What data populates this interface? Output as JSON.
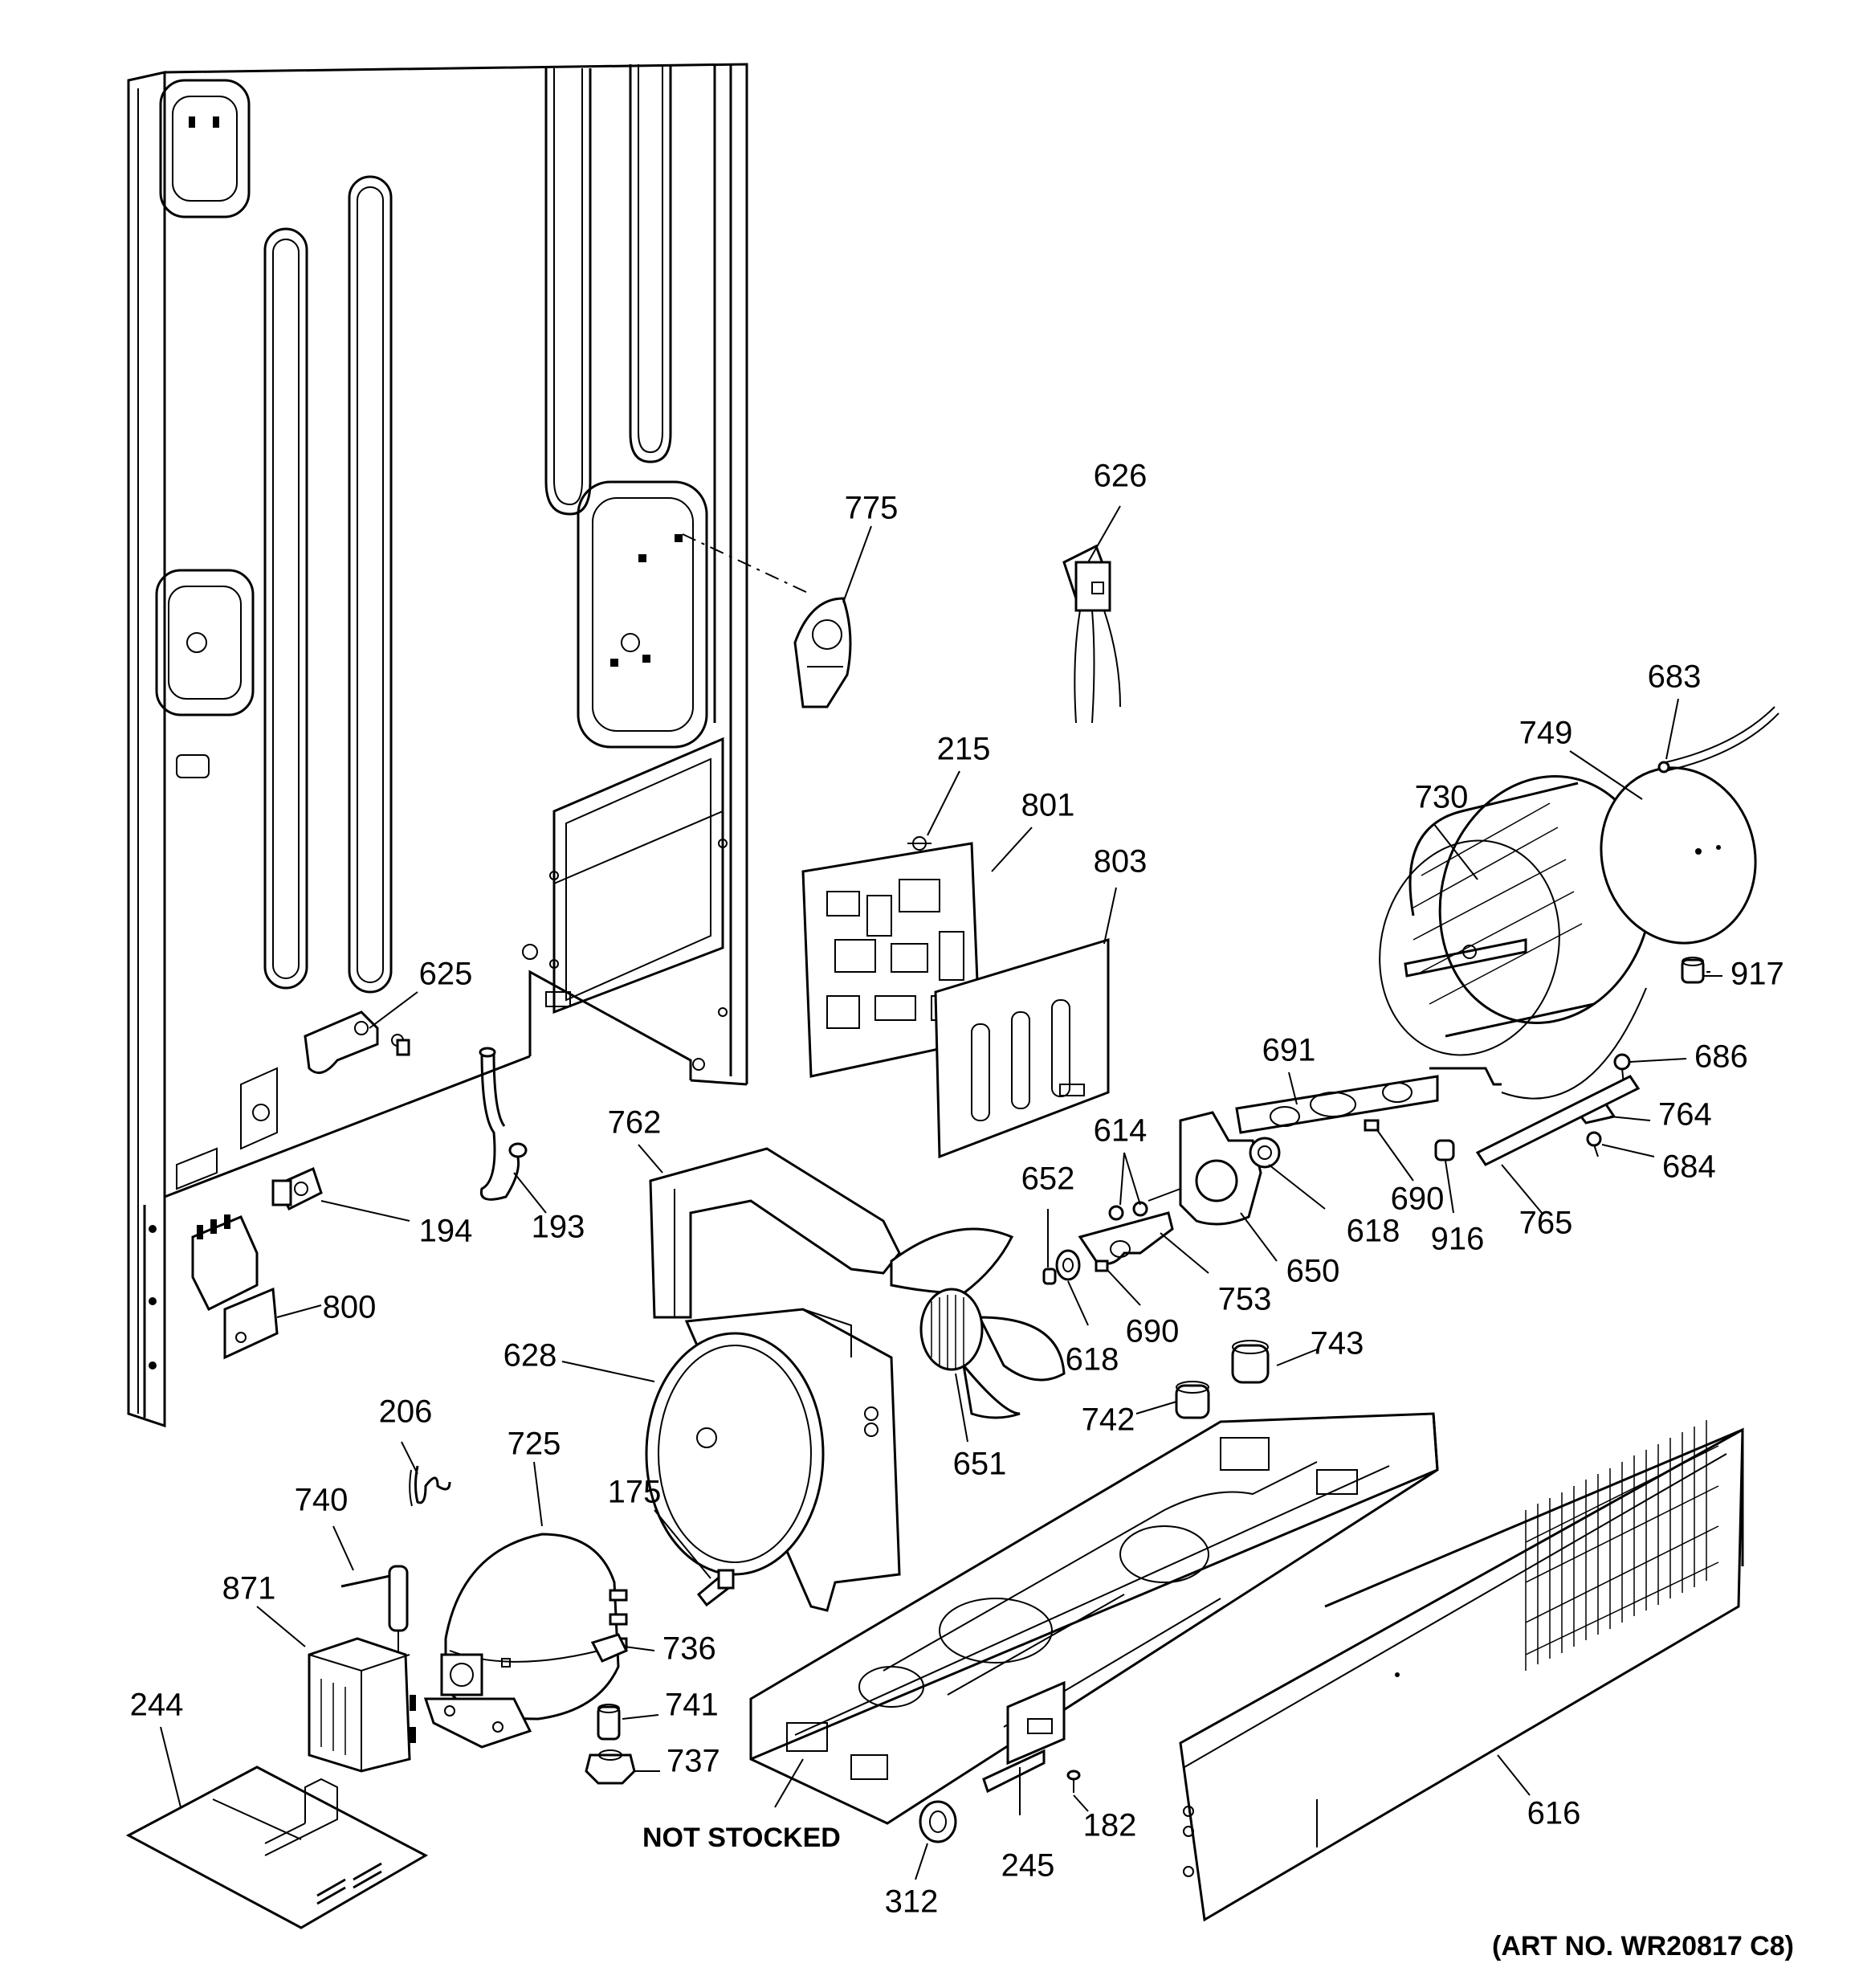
{
  "parts": [
    {
      "id": "775",
      "name": "part-775"
    },
    {
      "id": "626",
      "name": "part-626"
    },
    {
      "id": "683",
      "name": "part-683"
    },
    {
      "id": "749",
      "name": "part-749"
    },
    {
      "id": "730",
      "name": "part-730"
    },
    {
      "id": "215",
      "name": "part-215"
    },
    {
      "id": "801",
      "name": "part-801"
    },
    {
      "id": "803",
      "name": "part-803"
    },
    {
      "id": "917",
      "name": "part-917"
    },
    {
      "id": "625",
      "name": "part-625"
    },
    {
      "id": "691",
      "name": "part-691"
    },
    {
      "id": "686",
      "name": "part-686"
    },
    {
      "id": "614",
      "name": "part-614"
    },
    {
      "id": "764",
      "name": "part-764"
    },
    {
      "id": "762",
      "name": "part-762"
    },
    {
      "id": "684",
      "name": "part-684"
    },
    {
      "id": "652",
      "name": "part-652"
    },
    {
      "id": "690a",
      "label": "690",
      "name": "part-690-upper"
    },
    {
      "id": "618a",
      "label": "618",
      "name": "part-618-upper"
    },
    {
      "id": "916",
      "name": "part-916"
    },
    {
      "id": "765",
      "name": "part-765"
    },
    {
      "id": "194",
      "name": "part-194"
    },
    {
      "id": "193",
      "name": "part-193"
    },
    {
      "id": "650",
      "name": "part-650"
    },
    {
      "id": "753",
      "name": "part-753"
    },
    {
      "id": "800",
      "name": "part-800"
    },
    {
      "id": "690b",
      "label": "690",
      "name": "part-690-lower"
    },
    {
      "id": "743",
      "name": "part-743"
    },
    {
      "id": "628",
      "name": "part-628"
    },
    {
      "id": "618b",
      "label": "618",
      "name": "part-618-lower"
    },
    {
      "id": "742",
      "name": "part-742"
    },
    {
      "id": "206",
      "name": "part-206"
    },
    {
      "id": "725",
      "name": "part-725"
    },
    {
      "id": "651",
      "name": "part-651"
    },
    {
      "id": "175",
      "name": "part-175"
    },
    {
      "id": "740",
      "name": "part-740"
    },
    {
      "id": "871",
      "name": "part-871"
    },
    {
      "id": "736",
      "name": "part-736"
    },
    {
      "id": "244",
      "name": "part-244"
    },
    {
      "id": "741",
      "name": "part-741"
    },
    {
      "id": "737",
      "name": "part-737"
    },
    {
      "id": "616",
      "name": "part-616"
    },
    {
      "id": "182",
      "name": "part-182"
    },
    {
      "id": "245",
      "name": "part-245"
    },
    {
      "id": "312",
      "name": "part-312"
    }
  ],
  "labels": {
    "775": "775",
    "626": "626",
    "683": "683",
    "749": "749",
    "730": "730",
    "215": "215",
    "801": "801",
    "803": "803",
    "917": "917",
    "625": "625",
    "691": "691",
    "686": "686",
    "614": "614",
    "764": "764",
    "762": "762",
    "684": "684",
    "652": "652",
    "690a": "690",
    "618a": "618",
    "916": "916",
    "765": "765",
    "194": "194",
    "193": "193",
    "650": "650",
    "753": "753",
    "800": "800",
    "690b": "690",
    "743": "743",
    "628": "628",
    "618b": "618",
    "742": "742",
    "206": "206",
    "725": "725",
    "651": "651",
    "175": "175",
    "740": "740",
    "871": "871",
    "736": "736",
    "244": "244",
    "741": "741",
    "737": "737",
    "616": "616",
    "182": "182",
    "245": "245",
    "312": "312"
  },
  "not_stocked": "NOT STOCKED",
  "art_number": "(ART NO. WR20817 C8)"
}
